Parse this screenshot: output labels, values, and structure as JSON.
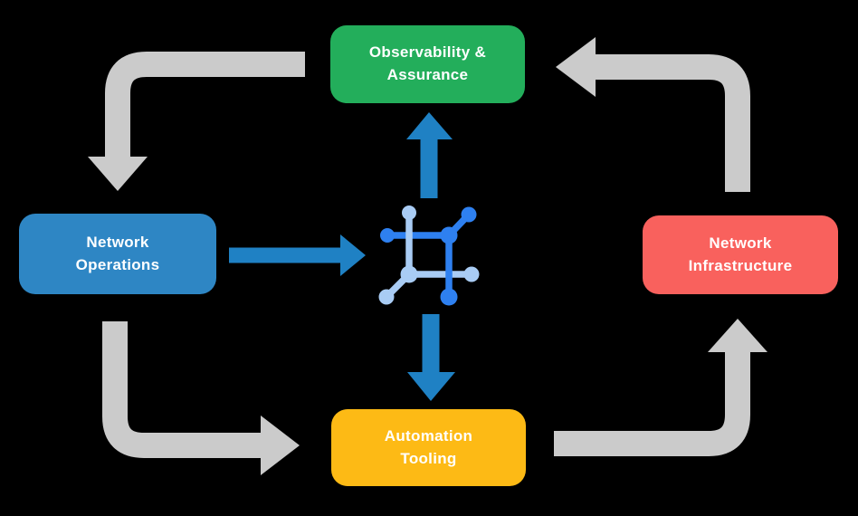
{
  "background_color": "#000000",
  "nodes": {
    "observability": {
      "line1": "Observability &",
      "line2": "Assurance",
      "color": "#23AE5B"
    },
    "operations": {
      "line1": "Network",
      "line2": "Operations",
      "color": "#2E86C4"
    },
    "infrastructure": {
      "line1": "Network",
      "line2": "Infrastructure",
      "color": "#F9615D"
    },
    "automation": {
      "line1": "Automation",
      "line2": "Tooling",
      "color": "#FDBA15"
    }
  },
  "center_icon": {
    "name": "network-mesh-icon",
    "color_dark": "#2E80F0",
    "color_light": "#A9CCF4"
  },
  "arrows": {
    "gray_color": "#CBCBCB",
    "blue_color": "#1F81C4",
    "connections": [
      {
        "from": "observability",
        "to": "operations",
        "style": "gray"
      },
      {
        "from": "operations",
        "to": "automation",
        "style": "gray"
      },
      {
        "from": "automation",
        "to": "infrastructure",
        "style": "gray"
      },
      {
        "from": "infrastructure",
        "to": "observability",
        "style": "gray"
      },
      {
        "from": "operations",
        "to": "center-icon",
        "style": "blue"
      },
      {
        "from": "center-icon",
        "to": "observability",
        "style": "blue"
      },
      {
        "from": "center-icon",
        "to": "automation",
        "style": "blue"
      }
    ]
  }
}
